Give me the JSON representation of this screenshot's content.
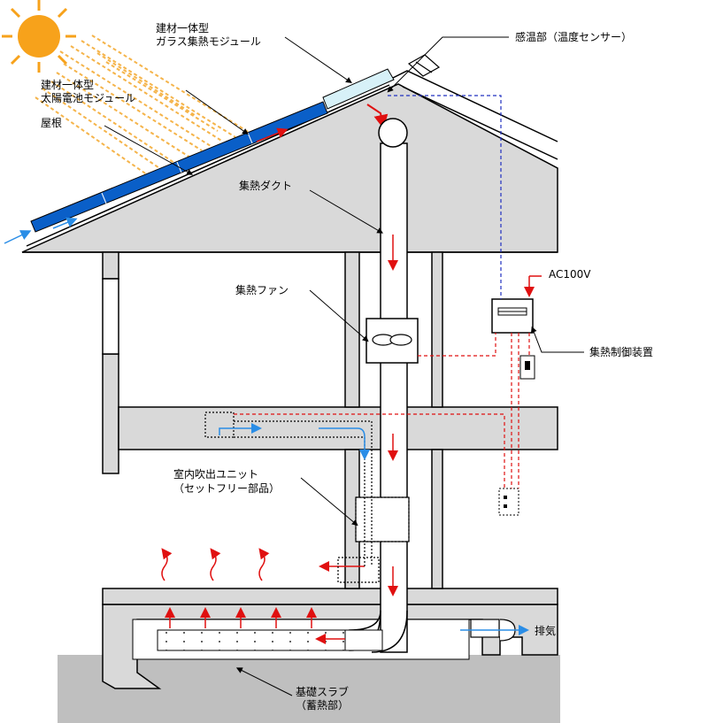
{
  "labels": {
    "glass_module": [
      "建材一体型",
      "ガラス集熱モジュール"
    ],
    "temp_sensor": "感温部（温度センサー）",
    "pv_module": [
      "建材一体型",
      "太陽電池モジュール"
    ],
    "roof": "屋根",
    "duct": "集熱ダクト",
    "fan": "集熱ファン",
    "ac": "AC100V",
    "controller": "集熱制御装置",
    "indoor_unit": [
      "室内吹出ユニット",
      "（セットフリー部品）"
    ],
    "exhaust": "排気",
    "slab": [
      "基礎スラブ",
      "（蓄熱部）"
    ]
  },
  "colors": {
    "sun": "#f7a21b",
    "sun_rays": "#f5b44a",
    "pv_blue": "#0a5fc8",
    "glass_cyan": "#d7f1f8",
    "building_gray": "#d9d9d9",
    "wall_gray": "#cfcfcf",
    "ground_gray": "#bfbfbf",
    "warm_red": "#e01010",
    "cool_blue": "#2a8de6",
    "signal_blue": "#2030c0"
  }
}
